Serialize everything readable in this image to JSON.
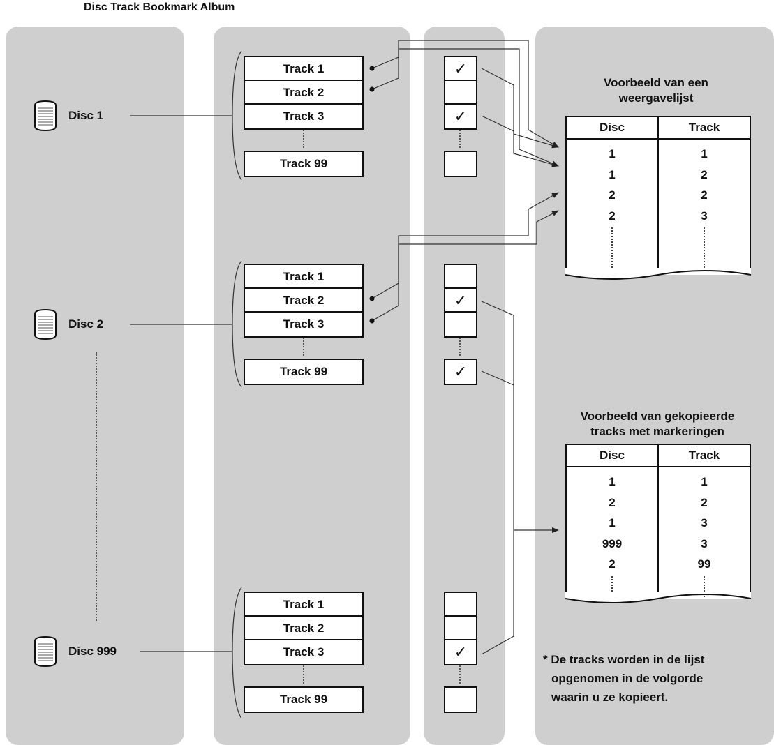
{
  "title": "Disc Track Bookmark Album",
  "discs": [
    {
      "label": "Disc 1"
    },
    {
      "label": "Disc 2"
    },
    {
      "label": "Disc 999"
    }
  ],
  "tracks": [
    "Track 1",
    "Track 2",
    "Track 3",
    "Track 99"
  ],
  "check_mark": "✓",
  "disc_marks": [
    [
      true,
      false,
      true,
      false
    ],
    [
      false,
      true,
      false,
      true
    ],
    [
      false,
      false,
      true,
      false
    ]
  ],
  "playlist": {
    "title_line1": "Voorbeeld van een",
    "title_line2": "weergavelijst",
    "col_disc": "Disc",
    "col_track": "Track",
    "disc_values": [
      "1",
      "1",
      "2",
      "2"
    ],
    "track_values": [
      "1",
      "2",
      "2",
      "3"
    ]
  },
  "bookmarks": {
    "title_line1": "Voorbeeld van gekopieerde",
    "title_line2": "tracks met markeringen",
    "col_disc": "Disc",
    "col_track": "Track",
    "disc_values": [
      "1",
      "2",
      "1",
      "999",
      "2"
    ],
    "track_values": [
      "1",
      "2",
      "3",
      "3",
      "99"
    ]
  },
  "footnote": {
    "line1": "* De tracks worden in de lijst",
    "line2": "opgenomen in de volgorde",
    "line3": "waarin u ze kopieert."
  }
}
